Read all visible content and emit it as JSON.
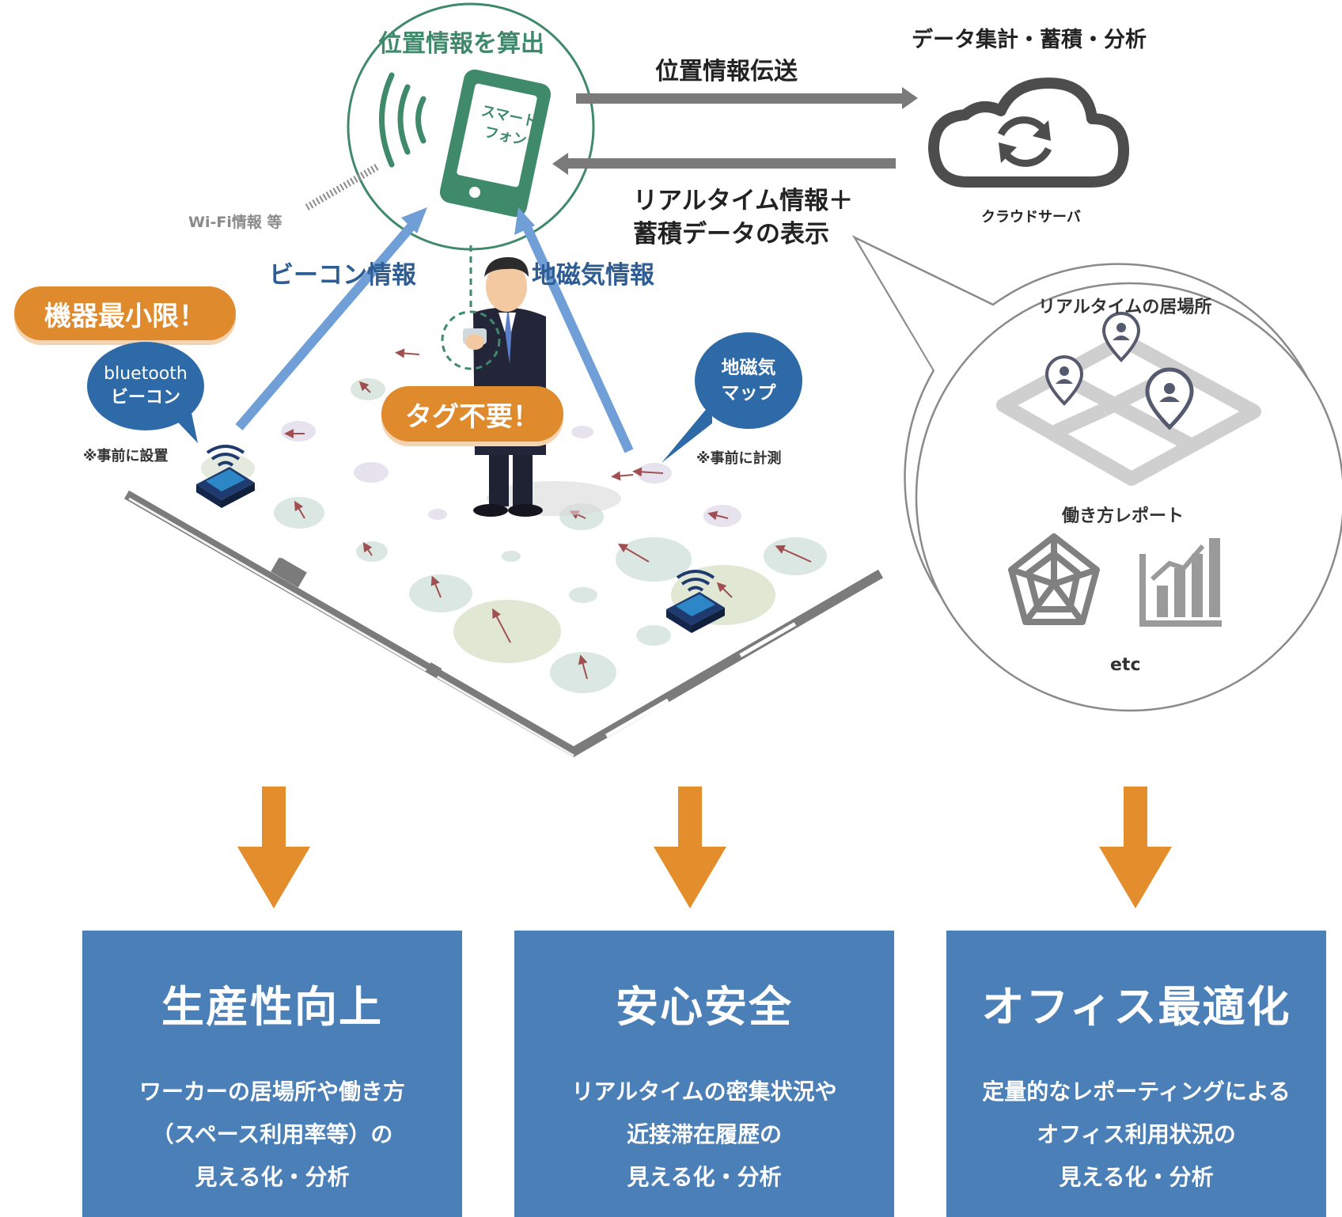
{
  "top": {
    "calc_label": "位置情報を算出",
    "phone_label_1": "スマート",
    "phone_label_2": "フォン",
    "wifi_label": "Wi-Fi情報 等",
    "transmit_label": "位置情報伝送",
    "cloud_heading": "データ集計・蓄積・分析",
    "cloud_label": "クラウドサーバ",
    "display_label_1": "リアルタイム情報＋",
    "display_label_2": "蓄積データの表示",
    "beacon_info": "ビーコン情報",
    "geomag_info": "地磁気情報"
  },
  "callouts": {
    "min_device": "機器最小限！",
    "no_tag": "タグ不要！",
    "beacon_bubble_1": "bluetooth",
    "beacon_bubble_2": "ビーコン",
    "beacon_note": "※事前に設置",
    "geomag_bubble_1": "地磁気",
    "geomag_bubble_2": "マップ",
    "geomag_note": "※事前に計測"
  },
  "panel": {
    "realtime_title": "リアルタイムの居場所",
    "report_title": "働き方レポート",
    "etc": "etc"
  },
  "cards": [
    {
      "title": "生産性向上",
      "lines": [
        "ワーカーの居場所や働き方",
        "（スペース利用率等）の",
        "見える化・分析"
      ]
    },
    {
      "title": "安心安全",
      "lines": [
        "リアルタイムの密集状況や",
        "近接滞在履歴の",
        "見える化・分析"
      ]
    },
    {
      "title": "オフィス最適化",
      "lines": [
        "定量的なレポーティングによる",
        "オフィス利用状況の",
        "見える化・分析"
      ]
    }
  ],
  "colors": {
    "green": "#3f8a6a",
    "blue_arrow": "#6f9fd6",
    "navy_bubble": "#2e6aa8",
    "orange": "#e08a2e",
    "card_blue": "#4a7fb8",
    "gray_arrow": "#7a7a7a"
  }
}
